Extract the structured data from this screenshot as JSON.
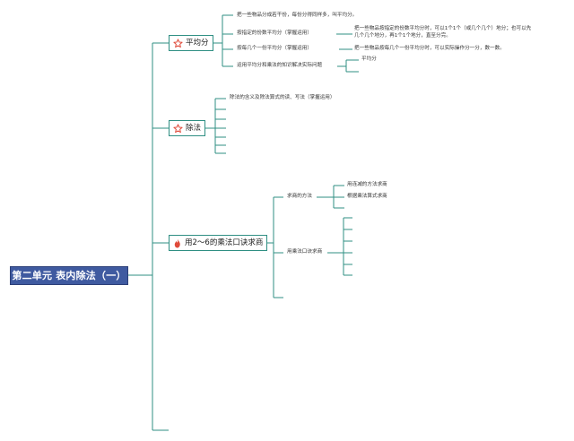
{
  "root": {
    "label": "第二单元 表内除法（一）"
  },
  "branches": {
    "average": {
      "label": "平均分",
      "icon": "star-icon",
      "items": [
        {
          "label": "把一些物品分成若干份，每份分得同样多，叫平均分。"
        },
        {
          "label": "按指定的份数平均分（掌握运用）",
          "detail": [
            "把一些物品按指定的份数平均分时，可以1个1个（或几个几个）地分；也可以先",
            "几个几个地分，再1个1个地分，直至分完。"
          ]
        },
        {
          "label": "按每几个一份平均分（掌握运用）",
          "detail": [
            "把一些物品按每几个一份平均分时，可以实际操作分一分，数一数。"
          ]
        },
        {
          "label": "运用平均分和乘法的知识解决实际问题",
          "detail": [
            "平均分"
          ]
        }
      ]
    },
    "division": {
      "label": "除法",
      "icon": "star-icon",
      "items": [
        {
          "label": "除法的含义及除法算式的读、写法（掌握运用）"
        }
      ]
    },
    "quotient": {
      "label": "用2～6的乘法口诀求商",
      "icon": "fire-icon",
      "methods": {
        "label": "求商的方法",
        "items": [
          "用连减的方法求商",
          "根据乘法算式求商"
        ]
      },
      "table": {
        "label": "用乘法口诀求商"
      }
    }
  },
  "colors": {
    "line": "#2f8f83",
    "root_bg": "#3f5aa0",
    "icon_red": "#e04a3a"
  }
}
